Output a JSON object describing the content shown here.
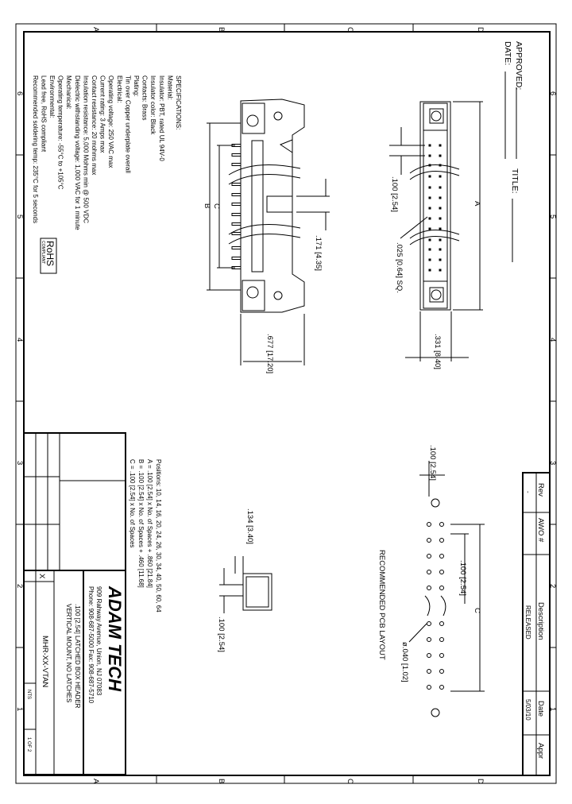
{
  "border": {
    "columns": [
      "A",
      "B",
      "C",
      "D"
    ],
    "rows": [
      "6",
      "5",
      "4",
      "3",
      "2",
      "1"
    ]
  },
  "header": {
    "approved_label": "APPROVED:",
    "date_label": "DATE:",
    "title_label": "TITLE:"
  },
  "specs": {
    "lines": [
      "SPECIFICATIONS:",
      "Material:",
      "Insulator: PBT, rated UL 94V-0",
      "Insulator color: Black",
      "Contacts: Brass",
      "Plating:",
      "Tin over Copper underplate overall",
      "Electrical:",
      "Operating voltage: 250 VAC max",
      "Current rating: 3 Amps max",
      "Contact resistance: 20 mohms max",
      "Insulation resistance: 5,000 Mohms min @ 500 VDC",
      "Dielectric withstanding voltage: 1,000 VAC for 1 minute",
      "Mechanical:",
      "Operating temperature: -55°C to +105°C",
      "Environmental:",
      "Lead free, RoHS compliant",
      "Recommended soldering temp: 235°C for 5 seconds"
    ],
    "rohs_logo": "RoHS",
    "rohs_sub": "COMPLIANT"
  },
  "dimensions": {
    "side_width": ".677 [17.20]",
    "latch_height": ".171 [4.35]",
    "b": "B",
    "c": "C",
    "a": "A",
    "pitch": ".100 [2.54]",
    "pin_size": ".025 [0.64] SQ.",
    "front_width": ".331 [8.40]",
    "pcb_pitch_top": ".100 [2.54]",
    "pcb_c": "C",
    "pcb_hole": "ø.040 [1.02]",
    "pcb_row_pitch": ".100 [2.54]",
    "small_view_height": ".134 [3.40]",
    "small_view_pitch": ".100 [2.54]",
    "pcb_title": "RECOMMENDED PCB LAYOUT"
  },
  "positions": {
    "lines": [
      "Positions: 10, 14, 16, 20, 24, 26, 30, 34, 40, 50, 60, 64",
      "A = .100 [2.54] x No. of Spaces + .860 [21.84]",
      "B = .100 [2.54] x No. of Spaces + .460 [11.68]",
      "C = .100 [2.54] x No. of Spaces"
    ]
  },
  "title_block": {
    "company": "ADAM TECH",
    "address": "909 Rahway Avenue, Union, NJ 07083",
    "phone": "Phone: 908-687-5000 Fax: 908-687-5710",
    "title_line1": ".100 [2.54] LATCHED BOX HEADER",
    "title_line2": "VERTICAL MOUNT, NO LATCHES",
    "part_number": "MHR-XX-VTAN",
    "scale": "NTS",
    "mark": "X",
    "sheet": "1 OF 2"
  },
  "revision_block": {
    "headers": [
      "Rev",
      "AWO #",
      "Description",
      "Date",
      "Appr"
    ],
    "row": [
      "-",
      "",
      "RELEASED",
      "5/03/10",
      ""
    ]
  }
}
